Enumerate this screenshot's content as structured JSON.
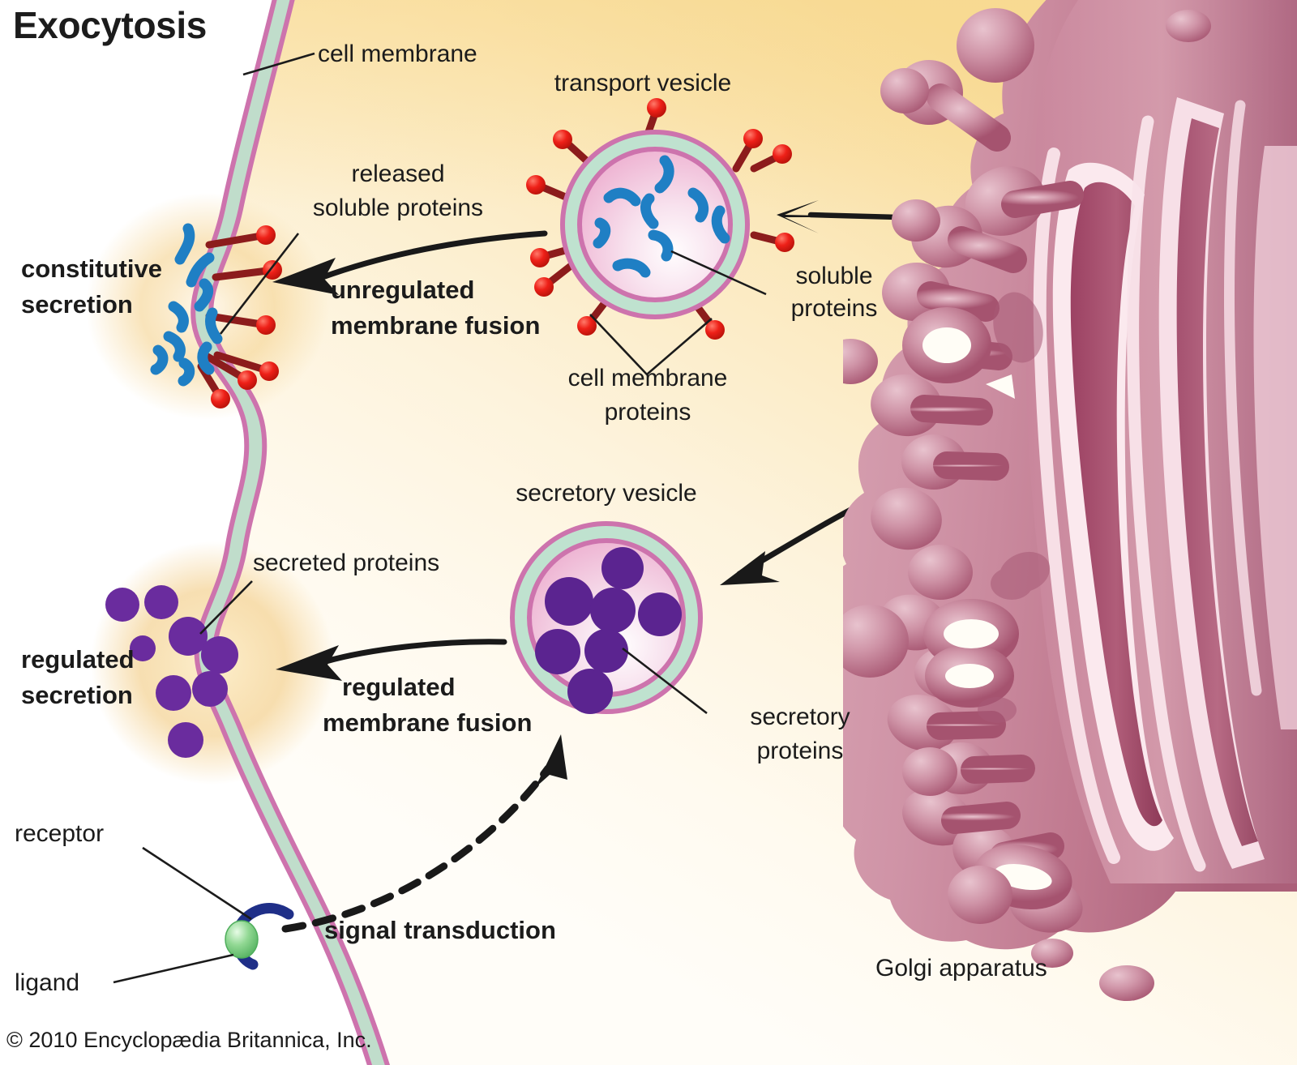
{
  "title": "Exocytosis",
  "copyright": "© 2010 Encyclopædia Britannica, Inc.",
  "labels": {
    "cell_membrane_top": "cell membrane",
    "transport_vesicle": "transport vesicle",
    "released_soluble_proteins_l1": "released",
    "released_soluble_proteins_l2": "soluble proteins",
    "constitutive_secretion_l1": "constitutive",
    "constitutive_secretion_l2": "secretion",
    "unregulated_membrane_fusion_l1": "unregulated",
    "unregulated_membrane_fusion_l2": "membrane fusion",
    "soluble_proteins_l1": "soluble",
    "soluble_proteins_l2": "proteins",
    "cell_membrane_proteins_l1": "cell membrane",
    "cell_membrane_proteins_l2": "proteins",
    "secretory_vesicle": "secretory vesicle",
    "secreted_proteins": "secreted proteins",
    "regulated_secretion_l1": "regulated",
    "regulated_secretion_l2": "secretion",
    "regulated_membrane_fusion_l1": "regulated",
    "regulated_membrane_fusion_l2": "membrane fusion",
    "secretory_proteins_l1": "secretory",
    "secretory_proteins_l2": "proteins",
    "receptor": "receptor",
    "ligand": "ligand",
    "signal_transduction": "signal transduction",
    "golgi_apparatus": "Golgi apparatus"
  },
  "colors": {
    "cytoplasm_top": "#f9dd9d",
    "cytoplasm_mid": "#fdf3df",
    "cytoplasm_pale": "#fffbf2",
    "membrane_pink": "#cd73ad",
    "membrane_green": "#bfe2cf",
    "vesicle_interior_rim": "#efb8d3",
    "vesicle_interior_core": "#fdf9fc",
    "soluble_protein_blue": "#1f7fc4",
    "secreted_protein_purple": "#6a2c9e",
    "membrane_protein_red": "#e8201c",
    "membrane_protein_tail": "#8c1c1c",
    "golgi_body": "#c98ca0",
    "golgi_dark": "#a24f6d",
    "golgi_light": "#e9c3ce",
    "golgi_lumen": "#fae2e8",
    "ligand_green": "#86d48e",
    "receptor_blue": "#1f2f88",
    "arrow_black": "#191919",
    "text": "#1b1b1b",
    "background": "#ffffff"
  },
  "counts": {
    "transport_vesicle_soluble_proteins": 8,
    "transport_vesicle_membrane_proteins": 10,
    "released_soluble_proteins": 9,
    "cell_surface_membrane_proteins": 6,
    "secretory_vesicle_proteins": 7,
    "secreted_proteins_outside": 8,
    "golgi_budding_vesicles": 10
  },
  "structures": [
    "cell membrane",
    "transport vesicle",
    "secretory vesicle",
    "Golgi apparatus",
    "receptor",
    "ligand"
  ],
  "pathways": [
    "constitutive secretion",
    "regulated secretion",
    "unregulated membrane fusion",
    "regulated membrane fusion",
    "signal transduction"
  ]
}
